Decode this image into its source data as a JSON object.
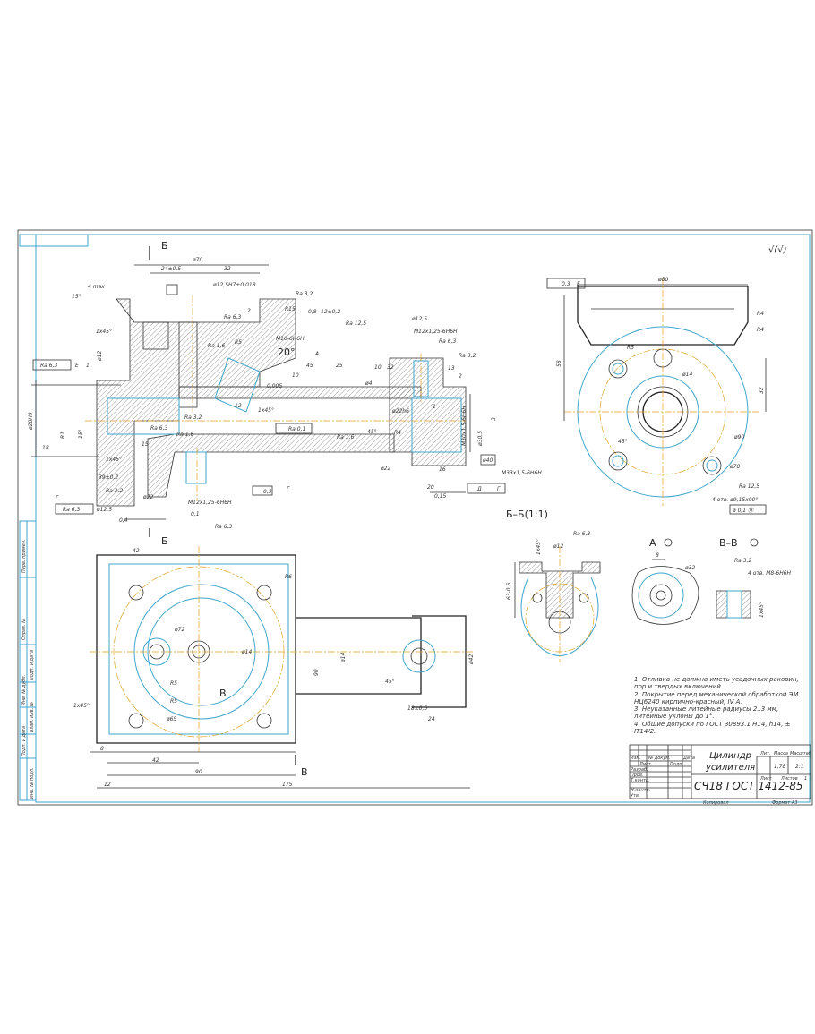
{
  "drawing": {
    "roughness_symbol": "√(√)",
    "views": {
      "section_b_mark": "Б",
      "section_b_title": "Б–Б(1:1)",
      "view_a_mark": "А",
      "view_a_title": "А",
      "section_v_mark": "В",
      "section_v_title": "В–В"
    },
    "dimensions_main": [
      "ø70",
      "24±0,5",
      "32",
      "ø12,5H7+0,018",
      "4 max",
      "15°",
      "1x45°",
      "ø12",
      "1x45°",
      "R15",
      "2",
      "0,8",
      "12±0,2",
      "Ra 12,5",
      "Ra 3,2",
      "Ra 6,3",
      "Ra 1,6",
      "R5",
      "M10-6H6H",
      "А",
      "20°",
      "45",
      "25",
      "10",
      "12",
      "1x45°",
      "0,005",
      "Ra 0,1",
      "Ra 1,6",
      "45°",
      "R4",
      "ø22",
      "ø12,5",
      "M12x1,25-6H6H",
      "Ra 6,3",
      "Ra 3,2",
      "2",
      "13",
      "10",
      "32",
      "ø4",
      "1",
      "ø22h6",
      "M30x1,5-6H6H",
      "ø30,5",
      "3",
      "16",
      "20",
      "0,15",
      "Д",
      "Г",
      "ø40",
      "M33x1,5-6H6H",
      "ø28H9",
      "R1",
      "15°",
      "Ra 6,3",
      "Ra 1,6",
      "Ra 3,2",
      "15",
      "18",
      "39±0,2",
      "Ra 3,2",
      "0,4",
      "Г",
      "Ra 6,3",
      "ø12,5",
      "ø22",
      "M12x1,25-6H6H",
      "0,1",
      "Ra 6,3",
      "0,3",
      "Г",
      "Ra 6,3",
      "Е",
      "1"
    ],
    "dimensions_plan": [
      "42",
      "R6",
      "ø72",
      "R5",
      "ø65",
      "R5",
      "ø14",
      "В",
      "ø14",
      "90",
      "ø42",
      "18±0,5",
      "24",
      "45°",
      "1x45°",
      "8",
      "42",
      "90",
      "12",
      "175",
      "В"
    ],
    "dimensions_side": [
      "0,3",
      "Е",
      "ø80",
      "R4",
      "R4",
      "R5",
      "58",
      "ø14",
      "32",
      "45°",
      "ø90",
      "ø70",
      "Ra 12,5",
      "4 отв. ø9,15x90°",
      "ø 0,1 Ⓜ"
    ],
    "dimensions_section_b": [
      "Ra 6,3",
      "1x45°",
      "ø12",
      "63-0,6"
    ],
    "dimensions_view_a": [
      "8",
      "ø32"
    ],
    "dimensions_section_v": [
      "Ra 3,2",
      "4 отв. M8-6H6H",
      "1x45°"
    ]
  },
  "notes": [
    "1. Отливка не должна иметь усадочных раковин, пор и твердых включений.",
    "2. Покрытие перед механической обработкой ЭМ НЦ6240 кирпично-красный, IV А.",
    "3. Неуказанные литейные радиусы 2..3 мм, литейные уклоны до 1°.",
    "4. Общие допуски по ГОСТ 30893.1 H14, h14, ± IT14/2."
  ],
  "title_block": {
    "name_line1": "Цилиндр",
    "name_line2": "усилителя",
    "material": "СЧ18 ГОСТ 1412-85",
    "lit_label": "Лит.",
    "mass_label": "Масса",
    "scale_label": "Масштаб",
    "mass": "1,78",
    "scale": "2:1",
    "sheet_label": "Лист",
    "sheets_label": "Листов",
    "sheets": "1",
    "copied": "Копировал",
    "format": "Формат А3",
    "row_labels": [
      "Изм.",
      "Лист",
      "№ докум.",
      "Подп.",
      "Дата"
    ],
    "role_labels": [
      "Разраб.",
      "Пров.",
      "Т.контр.",
      "Н.контр.",
      "Утв."
    ]
  },
  "side_stamp": [
    "Перв. примен.",
    "Справ. №",
    "Подп. и дата",
    "Инв. № дубл.",
    "Взам. инв. №",
    "Подп. и дата",
    "Инв. № подл."
  ]
}
